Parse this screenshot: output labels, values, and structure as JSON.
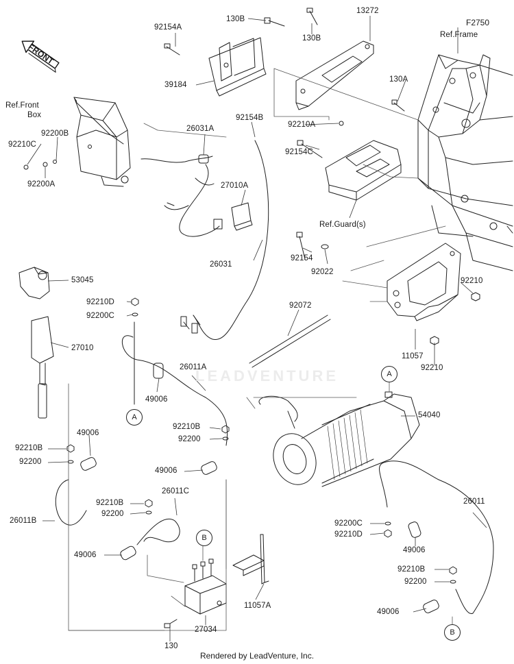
{
  "figure_code": "F2750",
  "footer": "Rendered by LeadVenture, Inc.",
  "watermark": "LEADVENTURE",
  "front_label": "FRONT",
  "callouts": [
    "A",
    "A",
    "B",
    "B"
  ],
  "refs": {
    "front_box_line1": "Ref.Front",
    "front_box_line2": "Box",
    "frame": "Ref.Frame",
    "guards": "Ref.Guard(s)"
  },
  "parts": {
    "p92154A": "92154A",
    "p130B_1": "130B",
    "p130B_2": "130B",
    "p13272": "13272",
    "p39184": "39184",
    "p130A": "130A",
    "p92154B": "92154B",
    "p26031A": "26031A",
    "p92200B": "92200B",
    "p92210C": "92210C",
    "p92200A": "92200A",
    "p92210A": "92210A",
    "p92154C": "92154C",
    "p27010A": "27010A",
    "p26031": "26031",
    "p53045": "53045",
    "p92154": "92154",
    "p92022": "92022",
    "p92210_1": "92210",
    "p92210D_1": "92210D",
    "p92200C_1": "92200C",
    "p27010": "27010",
    "p92072": "92072",
    "p11057": "11057",
    "p92210_2": "92210",
    "p26011A": "26011A",
    "p49006_1": "49006",
    "p54040": "54040",
    "p92210B_1": "92210B",
    "p92200_1": "92200",
    "p49006_2": "49006",
    "p92210B_2": "92210B",
    "p92200_2": "92200",
    "p49006_3": "49006",
    "p26011B": "26011B",
    "p92210B_3": "92210B",
    "p92200_3": "92200",
    "p26011C": "26011C",
    "p49006_4": "49006",
    "p26011": "26011",
    "p92200C_2": "92200C",
    "p92210D_2": "92210D",
    "p49006_5": "49006",
    "p92210B_4": "92210B",
    "p92200_4": "92200",
    "p49006_6": "49006",
    "p11057A": "11057A",
    "p27034": "27034",
    "p130": "130"
  }
}
